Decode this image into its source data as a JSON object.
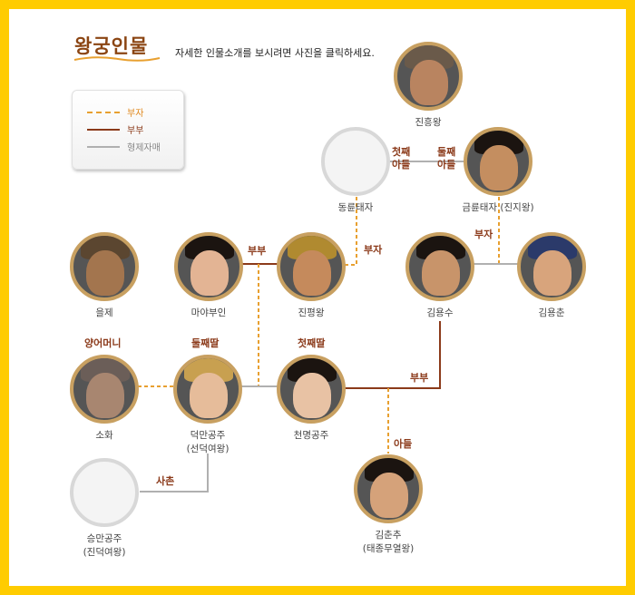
{
  "header": {
    "title": "왕궁인물",
    "instruction": "자세한 인물소개를 보시려면 사진을 클릭하세요."
  },
  "legend": {
    "father_child": "부자",
    "spouse": "부부",
    "sibling": "형제자매"
  },
  "relations": {
    "first_son": "첫째\n아들",
    "second_son": "둘째\n아들",
    "father_child_1": "부자",
    "father_child_2": "부자",
    "spouse_1": "부부",
    "spouse_2": "부부",
    "adoptive_mother": "양어머니",
    "second_daughter": "둘째딸",
    "first_daughter": "첫째딸",
    "son": "아들",
    "cousin": "사촌"
  },
  "people": {
    "jinheung": "진흥왕",
    "dongnyun": "동륜태자",
    "geumnyun": "금륜태자 (진지왕)",
    "euljae": "을제",
    "maya": "마야부인",
    "jinpyeong": "진평왕",
    "kimyongsu": "김용수",
    "kimyongchun": "김용춘",
    "sohwa": "소화",
    "deokman": "덕만공주\n(선덕여왕)",
    "cheonmyeong": "천명공주",
    "seungman": "승만공주\n(진덕여왕)",
    "kimchunchu": "김춘추\n(태종무열왕)"
  },
  "colors": {
    "frame": "#FFCC00",
    "father_child_line": "#E8A030",
    "spouse_line": "#8B3A1A",
    "sibling_line": "#B0B0B0",
    "photo_ring": "#C8A061"
  }
}
